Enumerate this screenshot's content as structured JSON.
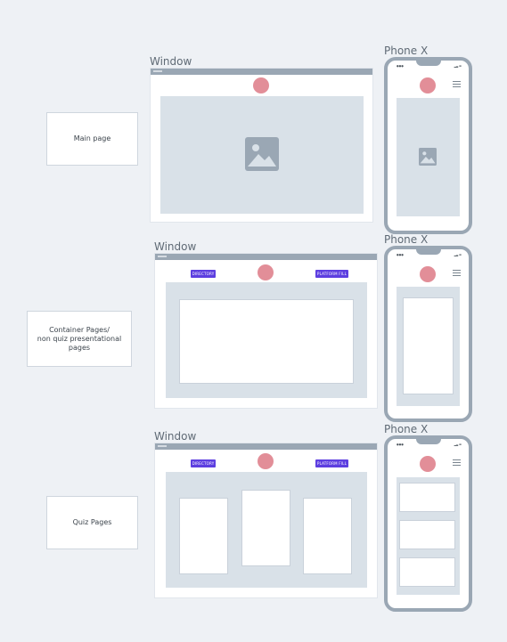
{
  "sections": [
    {
      "label": "Main page"
    },
    {
      "label_lines": [
        "Container Pages/",
        "non quiz presentational pages"
      ]
    },
    {
      "label": "Quiz Pages"
    }
  ],
  "window_title": "Window",
  "phone_title": "Phone X",
  "buttons": {
    "directory": "DIRECTORY",
    "platform": "PLATFORM FILL"
  },
  "colors": {
    "background": "#eef1f5",
    "frame": "#9aa7b4",
    "panel": "#d9e1e8",
    "avatar": "#e28e98",
    "button": "#5d3fe0"
  },
  "icons": [
    "image-placeholder-icon",
    "menu-icon",
    "avatar-circle"
  ]
}
